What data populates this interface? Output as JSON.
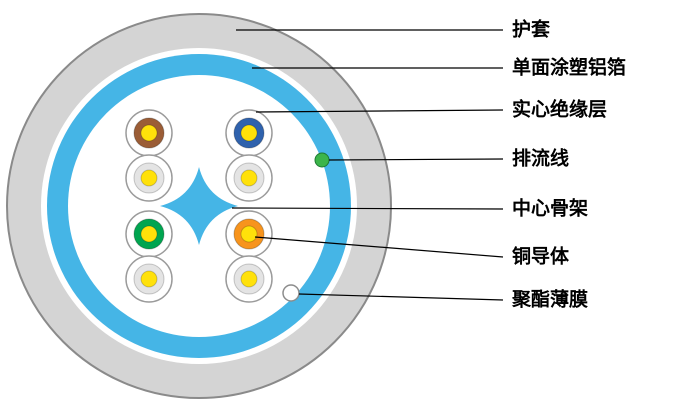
{
  "diagram": {
    "colors": {
      "background": "#ffffff",
      "sheath_fill": "#d4d4d4",
      "sheath_border": "#8a8a8a",
      "foil_blue": "#45b5e6",
      "inner_white": "#ffffff",
      "wire_jacket_fill": "#ffffff",
      "wire_jacket_border": "#9b9b9b",
      "copper_yellow": "#ffe10a",
      "drain_green": "#3cb54a",
      "film_fill": "#ffffff",
      "film_border": "#8c8c8c",
      "cross_blue": "#45b5e6",
      "leader_line": "#000000"
    },
    "pair_colors": {
      "brown": "#9b5d36",
      "blue": "#2f62ad",
      "green": "#00a550",
      "orange": "#f7941d",
      "white": "#e4e4e4"
    }
  },
  "labels": [
    {
      "id": "sheath",
      "text": "护套"
    },
    {
      "id": "aluminum-foil",
      "text": "单面涂塑铝箔"
    },
    {
      "id": "solid-insulation",
      "text": "实心绝缘层"
    },
    {
      "id": "drain-wire",
      "text": "排流线"
    },
    {
      "id": "central-skeleton",
      "text": "中心骨架"
    },
    {
      "id": "copper-conductor",
      "text": "铜导体"
    },
    {
      "id": "polyester-film",
      "text": "聚酯薄膜"
    }
  ]
}
